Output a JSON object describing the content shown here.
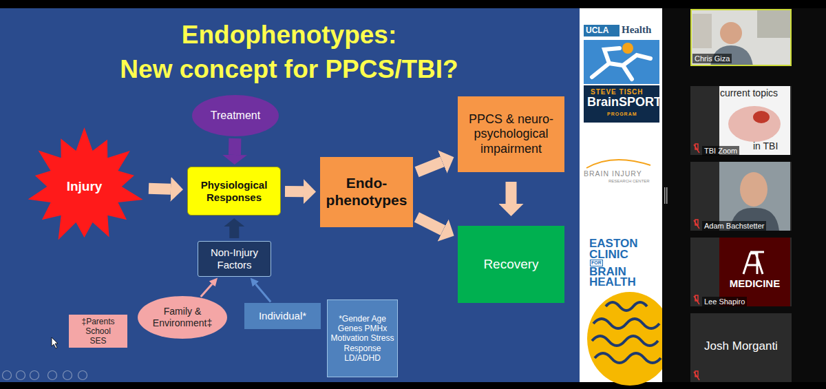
{
  "diagram": {
    "title": "Endophenotypes: New concept for PPCS/TBI?",
    "nodes": [
      {
        "text": [
          "Injury"
        ]
      },
      {
        "text": [
          "Treatment"
        ]
      },
      {
        "text": [
          "Physiological Responses"
        ]
      },
      {
        "text": [
          "Endo- phenotypes"
        ]
      },
      {
        "text": [
          "PPCS & neuro- psychological impairment"
        ]
      },
      {
        "text": [
          "Non-Injury Factors"
        ]
      },
      {
        "text": [
          "Recovery"
        ]
      },
      {
        "text": [
          "‡Parents School SES"
        ]
      },
      {
        "text": [
          "Family & Environment‡"
        ]
      },
      {
        "text": [
          "Individual*"
        ]
      },
      {
        "text": [
          "*Gender Age Genes PMHx Motivation Stress Response LD/ADHD"
        ]
      }
    ],
    "edges": [
      {
        "from": 0,
        "to": 2,
        "arrow": "to"
      },
      {
        "from": 1,
        "to": 2,
        "arrow": "to"
      },
      {
        "from": 5,
        "to": 2,
        "arrow": "to"
      },
      {
        "from": 2,
        "to": 3,
        "arrow": "to"
      },
      {
        "from": 3,
        "to": 4,
        "arrow": "to"
      },
      {
        "from": 3,
        "to": 6,
        "arrow": "to"
      },
      {
        "from": 4,
        "to": 6,
        "arrow": "to"
      },
      {
        "from": 8,
        "to": 5,
        "arrow": "to"
      },
      {
        "from": 9,
        "to": 5,
        "arrow": "to"
      }
    ],
    "labels": [
      "UCLA",
      "Health",
      "STEVE TISCH",
      "BrainSPORT",
      "PROGRAM",
      "BRAIN INJURY",
      "RESEARCH CENTER",
      "EASTON",
      "CLINIC",
      "FOR",
      "BRAIN",
      "HEALTH",
      "Chris Giza",
      "current topics",
      "in TBI",
      "TBI Zoom",
      "Adam Bachstetter",
      "MEDICINE",
      "Lee Shapiro",
      "Josh Morganti"
    ]
  }
}
